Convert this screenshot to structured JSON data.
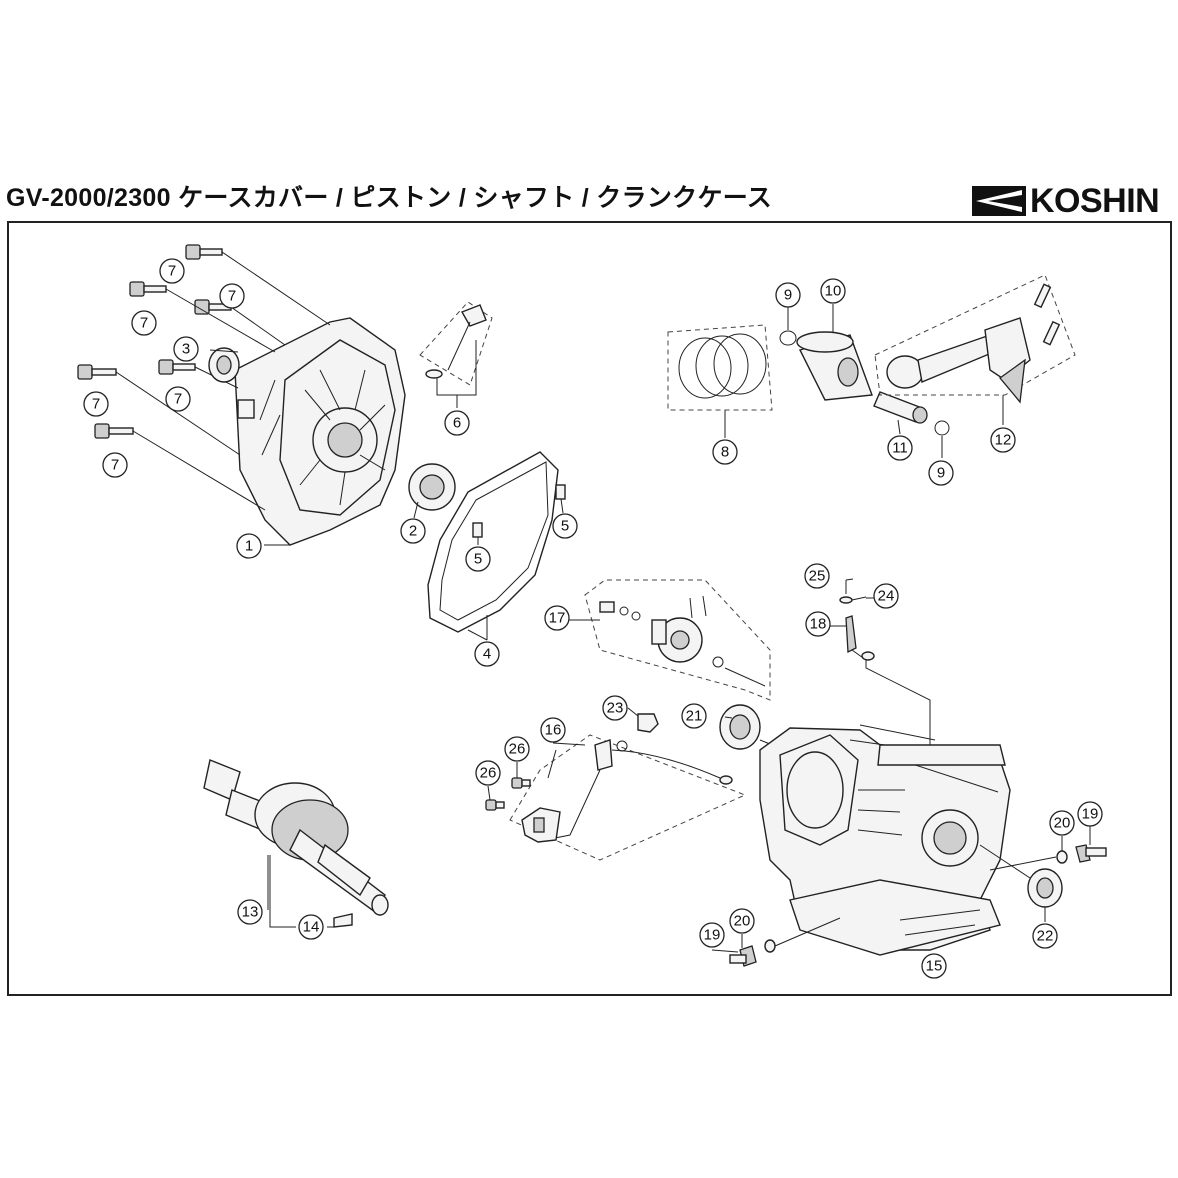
{
  "header": {
    "title": "GV-2000/2300  ケースカバー / ピストン / シャフト / クランクケース",
    "brand": "KOSHIN"
  },
  "callouts": [
    "1",
    "2",
    "3",
    "4",
    "5",
    "6",
    "7",
    "8",
    "9",
    "10",
    "11",
    "12",
    "13",
    "14",
    "15",
    "16",
    "17",
    "18",
    "19",
    "20",
    "21",
    "22",
    "23",
    "24",
    "25",
    "26"
  ]
}
